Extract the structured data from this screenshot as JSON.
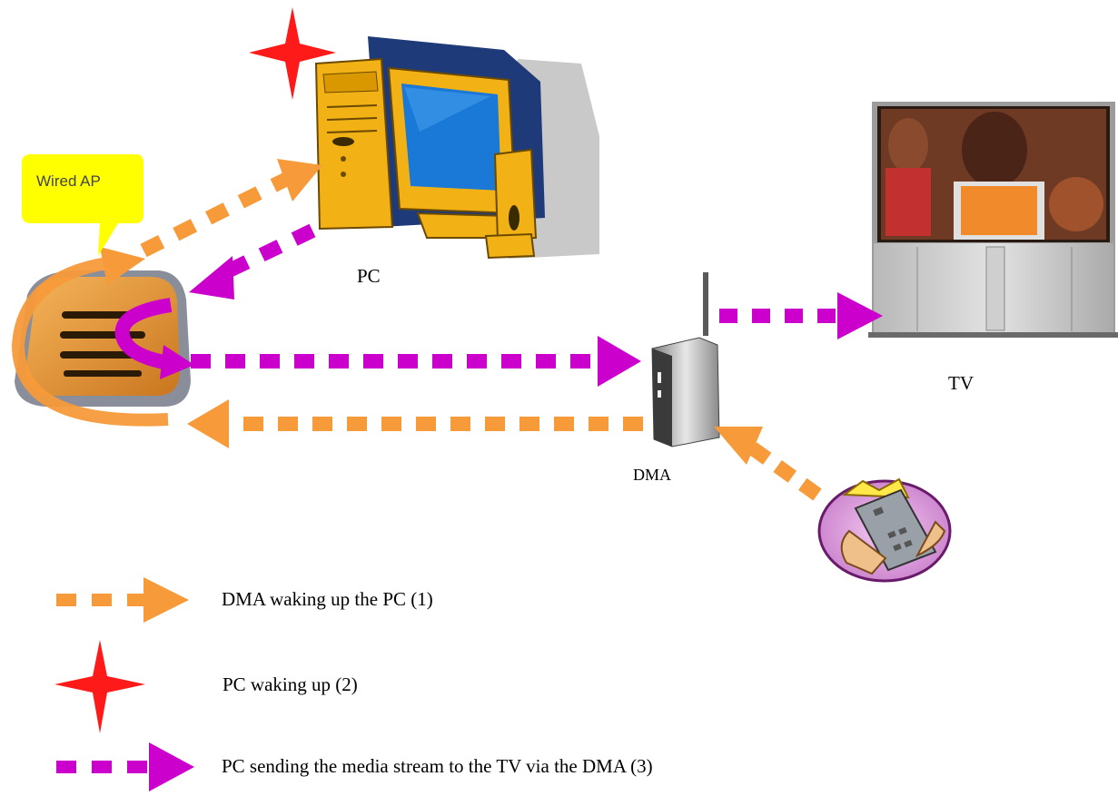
{
  "labels": {
    "pc": "PC",
    "tv": "TV",
    "dma": "DMA",
    "wired_ap": "Wired AP"
  },
  "legend": [
    {
      "key": "wake",
      "text": "DMA waking up the PC (1)"
    },
    {
      "key": "pc_wake",
      "text": "PC waking up (2)"
    },
    {
      "key": "stream",
      "text": "PC sending the media stream to the TV via the DMA (3)"
    }
  ],
  "colors": {
    "wake_arrow": "#F79A3A",
    "stream_arrow": "#CC00CC",
    "star": "#FF1A1A",
    "callout": "#FFFF00",
    "router_body": "#E8962E"
  },
  "icons": {
    "pc": "desktop-computer-icon",
    "tv": "projection-tv-icon",
    "dma": "media-adapter-icon",
    "router": "wired-access-point-icon",
    "remote": "remote-control-icon"
  }
}
